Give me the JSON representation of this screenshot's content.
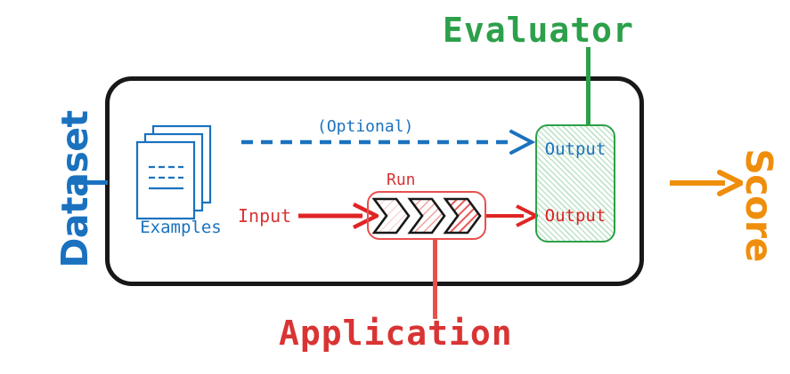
{
  "diagram": {
    "title": "LLM evaluation pipeline diagram",
    "type": "flow-diagram"
  },
  "labels": {
    "dataset": "Dataset",
    "score": "Score",
    "evaluator": "Evaluator",
    "application": "Application",
    "examples": "Examples",
    "optional": "(Optional)",
    "input": "Input",
    "run": "Run",
    "output_top": "Output",
    "output_bottom": "Output"
  },
  "colors": {
    "blue": "#1a72bf",
    "green": "#2ca04a",
    "red": "#d93434",
    "red_light": "#e8504e",
    "orange": "#ef8e0c",
    "black": "#181818"
  },
  "icons": {
    "examples": "stacked-documents-icon",
    "run": "triple-chevron-icon",
    "optional_arrow": "dashed-arrow-icon",
    "input_arrow": "solid-arrow-icon",
    "score_arrow": "solid-arrow-icon"
  }
}
